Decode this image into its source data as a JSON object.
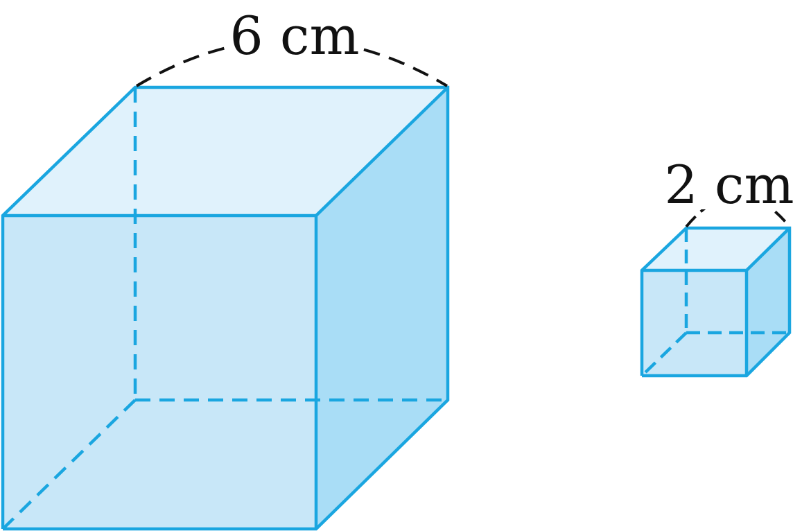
{
  "figure": {
    "large_cube": {
      "edge_label": "6 cm",
      "edge_length": 6,
      "unit": "cm"
    },
    "small_cube": {
      "edge_label": "2 cm",
      "edge_length": 2,
      "unit": "cm"
    },
    "colors": {
      "edge": "#1aa6e0",
      "front_face": "#c8e7f8",
      "top_face": "#e0f2fc",
      "side_face": "#a9ddf6",
      "measure_line": "#111111"
    }
  }
}
